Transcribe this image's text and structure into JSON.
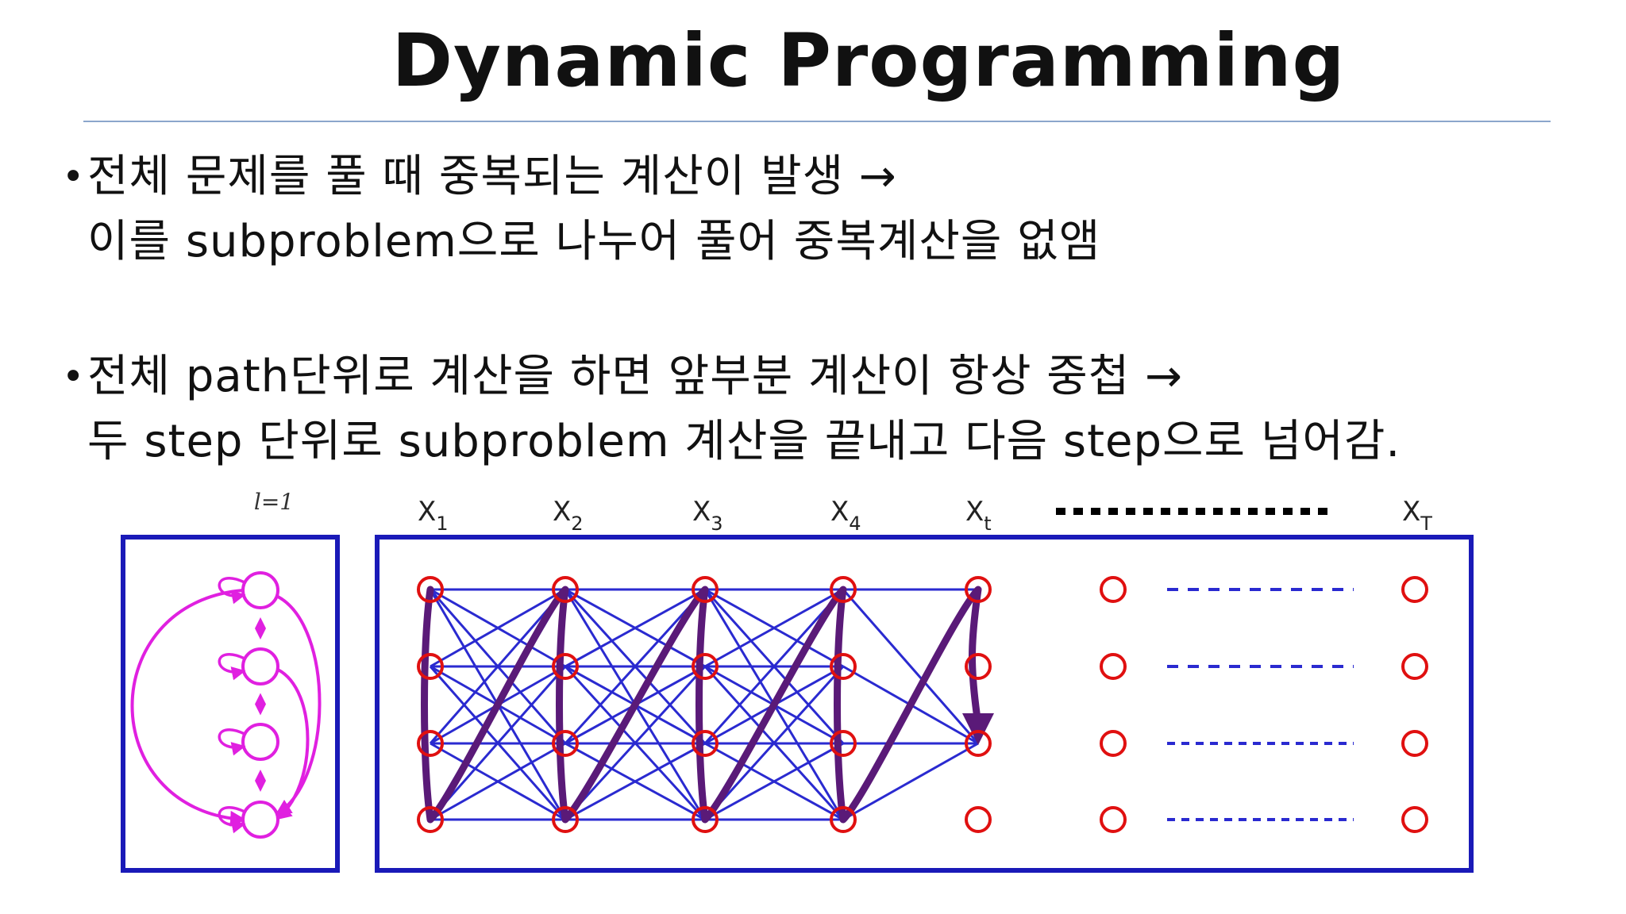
{
  "slide": {
    "title": "Dynamic Programming",
    "bullets": [
      {
        "lines": [
          "전체 문제를 풀 때 중복되는 계산이 발생 →",
          "이를 subproblem으로 나누어 풀어 중복계산을 없앰"
        ]
      },
      {
        "lines": [
          "전체 path단위로 계산을 하면 앞부분 계산이 항상 중첩 →",
          "두 step 단위로 subproblem 계산을 끝내고 다음 step으로 넘어감."
        ]
      }
    ]
  },
  "diagram": {
    "left_label": "l=1",
    "columns": [
      {
        "base": "X",
        "sub": "1"
      },
      {
        "base": "X",
        "sub": "2"
      },
      {
        "base": "X",
        "sub": "3"
      },
      {
        "base": "X",
        "sub": "4"
      },
      {
        "base": "X",
        "sub": "t"
      },
      {
        "base": "X",
        "sub": "T"
      }
    ],
    "states_per_column": 4,
    "colors": {
      "box_border": "#1a1ab8",
      "node": "#e01010",
      "edge": "#2a2ad0",
      "path": "#5a1a78",
      "left_loops": "#e020e0",
      "dots": "#000000"
    }
  }
}
